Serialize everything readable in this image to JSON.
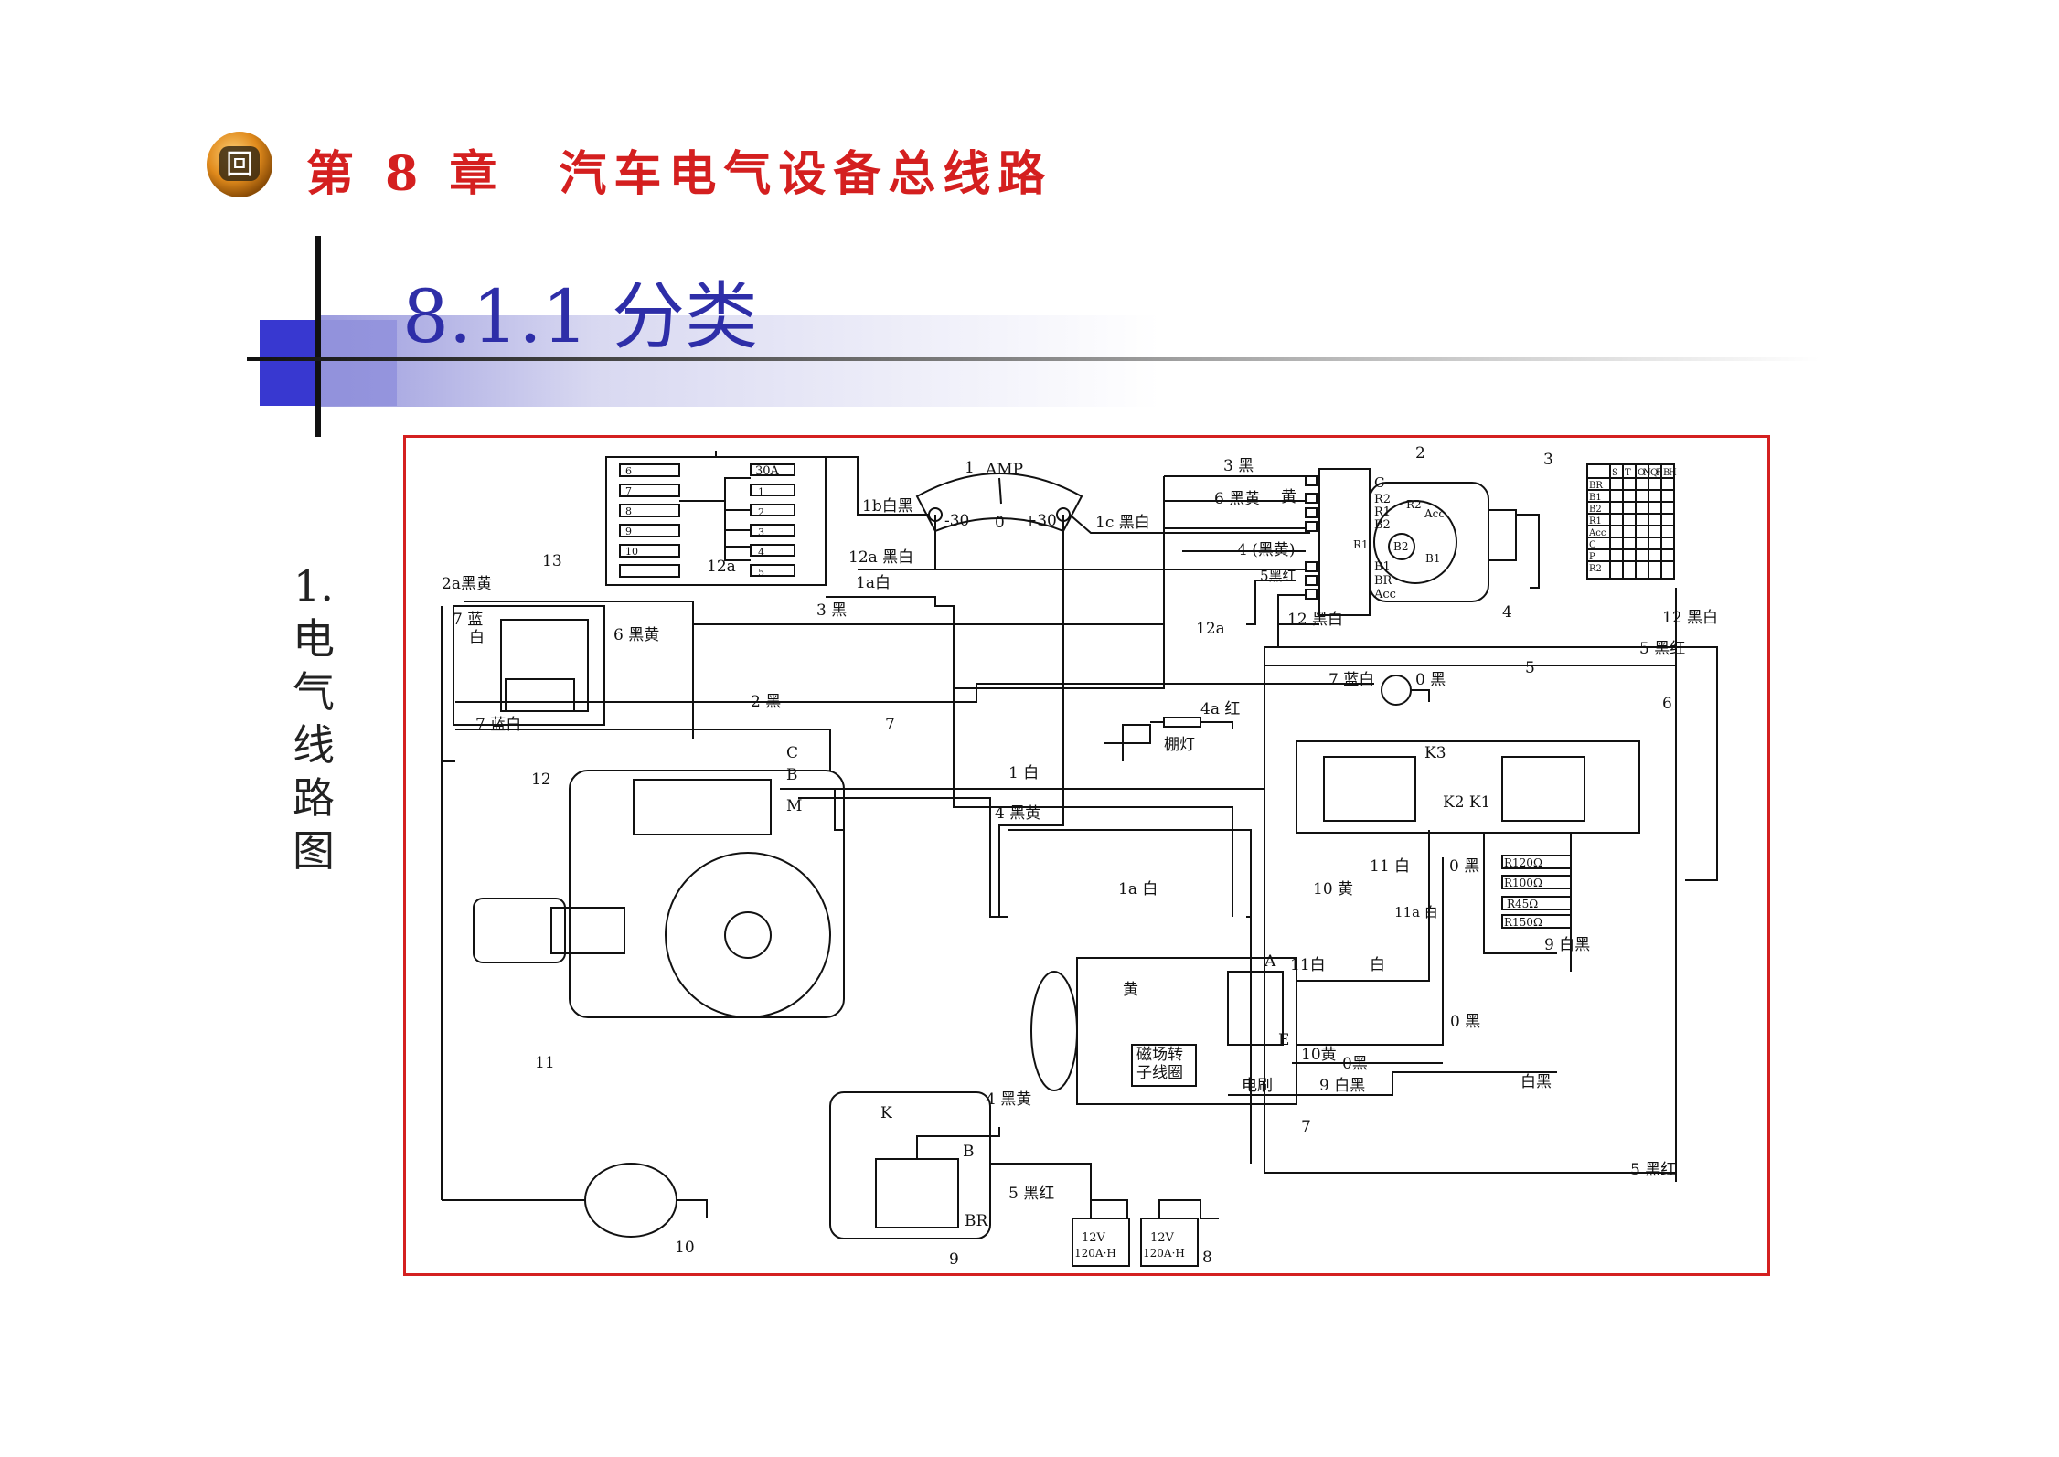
{
  "header": {
    "icon": "rounded-bullet-icon",
    "icon_glyph": "回",
    "chapter_title": "第 8 章　汽车电气设备总线路",
    "chapter_color": "#d41f1f"
  },
  "section": {
    "title": "8.1.1  分类",
    "title_color": "#2e2ea8",
    "accent_color": "#3838d0"
  },
  "side_label": {
    "number": "1.",
    "chars": [
      "电",
      "气",
      "线",
      "路",
      "图"
    ]
  },
  "diagram": {
    "border_color": "#d42020",
    "ammeter": {
      "name": "AMP",
      "minus": "-30",
      "zero": "0",
      "plus": "+30"
    },
    "fuse_top": "30A",
    "fuse_numbers": [
      "1",
      "2",
      "3",
      "4",
      "5",
      "6",
      "7",
      "8",
      "9",
      "10"
    ],
    "switch_terminals": [
      "C",
      "R2",
      "R1",
      "B2",
      "B1",
      "BR",
      "Acc"
    ],
    "switch_rotor": [
      "R2",
      "Acc",
      "R1",
      "B2",
      "B1"
    ],
    "table_headers": [
      "S",
      "T",
      "O",
      "N",
      "Q",
      "F",
      "B",
      "H"
    ],
    "table_rows": [
      "BR",
      "B1",
      "B2",
      "R1",
      "Acc",
      "C",
      "P",
      "R2"
    ],
    "labels": {
      "n1": "1",
      "n2": "2",
      "n3": "3",
      "n4": "4",
      "n5": "5",
      "n6": "6",
      "n7": "7",
      "n8": "8",
      "n9": "9",
      "n10": "10",
      "n11": "11",
      "n12": "12",
      "n13": "13",
      "w_1b": "1b白黑",
      "w_1c": "1c 黑白",
      "w_3": "3 黑",
      "w_6": "6 黑黄",
      "w_yellow": "黄",
      "w_4": "4 (黑黄)",
      "w_5": "5黑红",
      "w_12a_top": "12a 黑白",
      "w_12a_left": "12a",
      "w_1a_top": "1a白",
      "w_3_mid": "3 黑",
      "w_2a": "2a黑黄",
      "w_7a": "7 蓝",
      "w_7b": "白",
      "w_6b": "6 黑黄",
      "w_2": "2 黑",
      "w_7c": "7 蓝白",
      "w_7": "7",
      "w_12a_vert": "12a",
      "w_12_top": "12 黑白",
      "w_12_right": "12 黑白",
      "w_5_right": "5 黑红",
      "w_7_lamp": "7 蓝白",
      "w_0": "0 黑",
      "w_4a": "4a 红",
      "lamp": "棚灯",
      "w_1_mid": "1 白",
      "w_4_mid": "4 黑黄",
      "term_C": "C",
      "term_B": "B",
      "term_M": "M",
      "w_1a_mid": "1a 白",
      "w_10": "10 黄",
      "w_11": "11 白",
      "w_0b": "0 黑",
      "w_11a": "11a 白",
      "r120": "R120Ω",
      "r100": "R100Ω",
      "r45": "R45Ω",
      "r150": "R150Ω",
      "w_9": "9 白黑",
      "w_11b": "11白",
      "w_white": "白",
      "term_A": "A",
      "w_0c": "0 黑",
      "w_yellow2": "黄",
      "term_E": "E",
      "w_10b": "10黄",
      "w_0d": "0黑",
      "field": "磁场转",
      "field2": "子线圈",
      "brush": "电刷",
      "w_9b": "9 白黑",
      "w_whiteblack": "白黑",
      "w_4b": "4 黑黄",
      "relay_K": "K",
      "relay_B": "B",
      "relay_BR": "BR",
      "w_5b": "5 黑红",
      "w_5c": "5 黑红",
      "bat_v": "12V",
      "bat_ah": "120A·H",
      "K3": "K3",
      "K2K1": "K2 K1"
    }
  }
}
